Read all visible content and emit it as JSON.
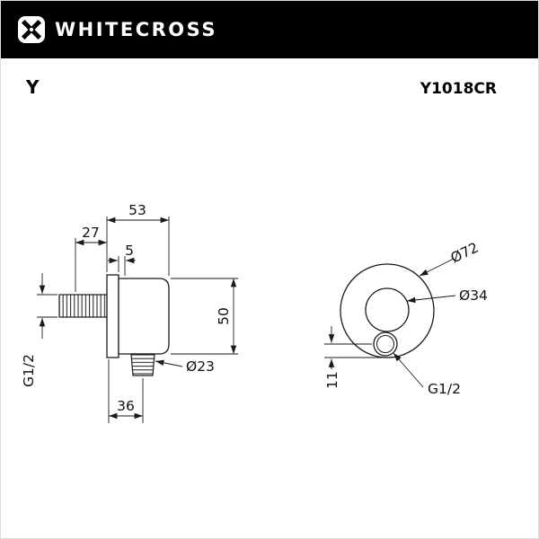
{
  "header": {
    "brand": "WHITECROSS",
    "background": "#000000",
    "text_color": "#ffffff"
  },
  "product": {
    "series": "Y",
    "model": "Y1018CR"
  },
  "drawing": {
    "line_color": "#1a1a1a",
    "side_view": {
      "dim_total_depth": "53",
      "dim_wall_offset": "27",
      "dim_plate_gap": "5",
      "dim_height": "50",
      "label_inlet_thread": "G1/2",
      "label_outlet_diameter": "Ø23",
      "dim_outlet_offset": "36"
    },
    "front_view": {
      "label_outer_diameter": "Ø72",
      "label_inner_diameter": "Ø34",
      "dim_outlet_drop": "11",
      "label_outlet_thread": "G1/2"
    }
  }
}
